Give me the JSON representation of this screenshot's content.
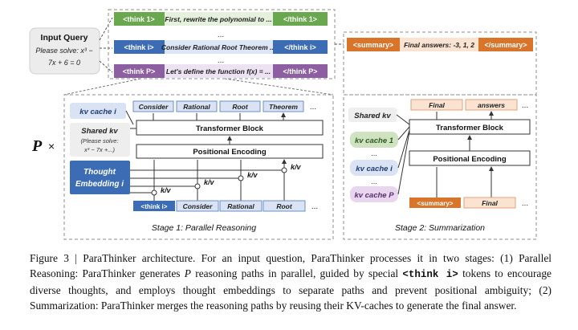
{
  "input_query": {
    "title": "Input Query",
    "line1": "Please solve: x³ −",
    "line2": "7x + 6 = 0"
  },
  "paths": [
    {
      "open": "<think 1>",
      "text": "First, rewrite the polynomial to ...",
      "close": "</think 1>"
    },
    {
      "dots": "..."
    },
    {
      "open": "<think i>",
      "text": "Consider Rational Root Theorem ...",
      "close": "</think i>"
    },
    {
      "dots": "..."
    },
    {
      "open": "<think P>",
      "text": "Let's define the function f(x) = ...",
      "close": "</think P>"
    }
  ],
  "summary_row": {
    "open": "<summary>",
    "text": "Final answers: -3, 1, 2",
    "close": "</summary>"
  },
  "stage1": {
    "multiplier_P": "P",
    "multiplier_x": "×",
    "kv_cache": "kv cache i",
    "shared_kv_title": "Shared kv",
    "shared_kv_line1": "(Please solve:",
    "shared_kv_line2": "x³ − 7x +...)",
    "thought_embedding_line1": "Thought",
    "thought_embedding_line2": "Embedding i",
    "outputs": [
      "Consider",
      "Rational",
      "Root",
      "Theorem"
    ],
    "inputs": [
      "<think i>",
      "Consider",
      "Rational",
      "Root"
    ],
    "ellipsis": "...",
    "transformer": "Transformer Block",
    "positional": "Positional Encoding",
    "kv_label": "k/v",
    "caption": "Stage 1: Parallel Reasoning"
  },
  "stage2": {
    "shared_kv": "Shared kv",
    "caches": [
      "kv cache 1",
      "...",
      "kv cache i",
      "...",
      "kv cache P"
    ],
    "outputs": [
      "Final",
      "answers"
    ],
    "inputs": [
      "<summary>",
      "Final"
    ],
    "ellipsis": "...",
    "transformer": "Transformer Block",
    "positional": "Positional Encoding",
    "caption": "Stage 2: Summarization"
  },
  "figure_caption": {
    "part1": "Figure 3 | ParaThinker architecture. For an input question, ParaThinker processes it in two stages: (1) Parallel Reasoning: ParaThinker generates ",
    "italicP": "P",
    "part2": " reasoning paths in parallel, guided by special ",
    "code": "<think i>",
    "part3": " tokens to encourage diverse thoughts, and employs thought embeddings to separate paths and prevent positional ambiguity; (2) Summarization: ParaThinker merges the reasoning paths by reusing their KV-caches to generate the final answer."
  },
  "colors": {
    "green": "#6aa84f",
    "blue": "#3c6db4",
    "purple": "#8e5ea2",
    "orange": "#d9742b",
    "light_blue": "#d9e3f3",
    "light_orange": "#fbe3d1",
    "gray_box": "#eeeeee"
  }
}
